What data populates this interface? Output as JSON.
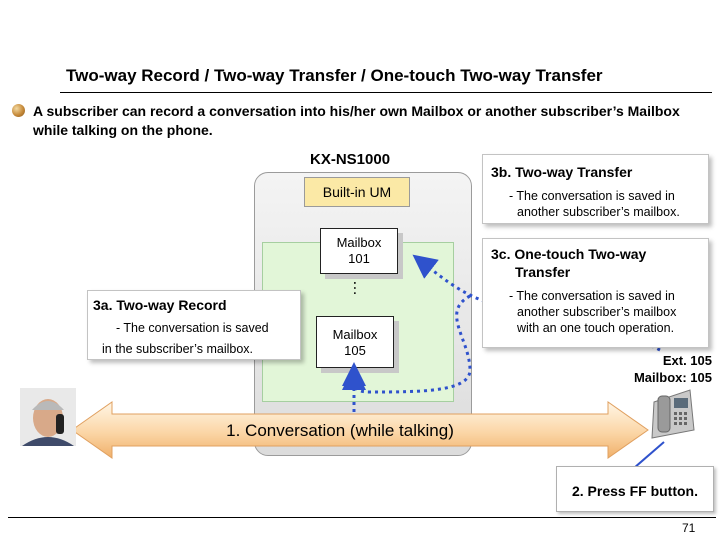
{
  "title": "Two-way Record / Two-way Transfer / One-touch Two-way Transfer",
  "intro": "A subscriber can record a conversation into his/her own Mailbox or another subscriber’s Mailbox while talking on the phone.",
  "server": {
    "label": "KX-NS1000",
    "builtin_um": "Built-in UM",
    "mailbox_101": [
      "Mailbox",
      "101"
    ],
    "mailbox_105": [
      "Mailbox",
      "105"
    ],
    "ellipsis": "…"
  },
  "cards": {
    "record": {
      "heading": "3a. Two-way Record",
      "body": [
        "- The conversation is saved",
        "in the subscriber’s mailbox."
      ]
    },
    "transfer": {
      "heading": "3b. Two-way Transfer",
      "body": [
        "- The conversation is saved in",
        "another subscriber’s mailbox."
      ]
    },
    "one_touch": {
      "heading": [
        "3c. One-touch Two-way",
        "Transfer"
      ],
      "body": [
        "- The conversation is saved in",
        "another subscriber’s mailbox",
        "with an one touch operation."
      ]
    }
  },
  "extension": [
    "Ext. 105",
    "Mailbox: 105"
  ],
  "conversation": "1. Conversation (while talking)",
  "ff_button": "2. Press FF button.",
  "page_number": "71",
  "colors": {
    "arrow_fill_light": "#fff3df",
    "arrow_fill_dark": "#f2b97a",
    "dotted_arrow": "#2f52cc",
    "builtin_um": "#fbe9a6",
    "um_area": "#e2f6d8"
  }
}
